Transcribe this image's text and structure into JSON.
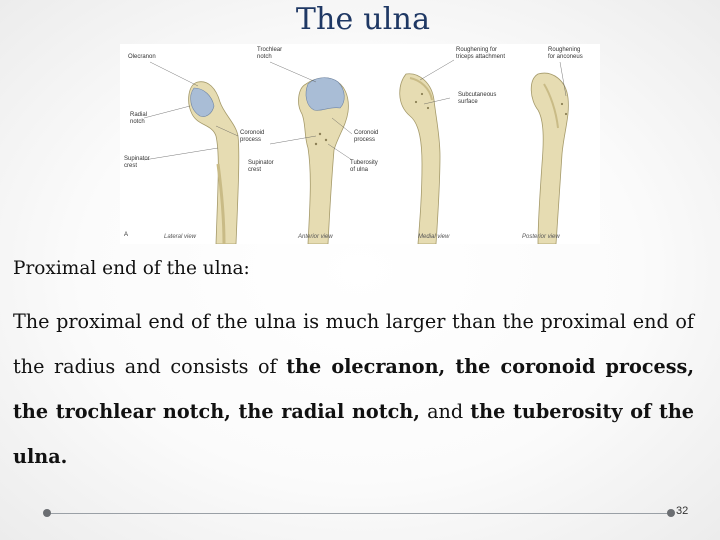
{
  "slide": {
    "title": "The ulna",
    "heading": "Proximal end of the ulna:",
    "body": {
      "p1": "The proximal end of the ulna is much larger than the proximal end of the radius and consists of ",
      "b1": "the olecranon, the coronoid process, the trochlear notch, the radial notch,",
      "p2": " and ",
      "b2": "the tuberosity of the ulna."
    },
    "page_number": "32"
  },
  "figure": {
    "panel_letter": "A",
    "labels": {
      "olecranon": "Olecranon",
      "trochlear_notch": "Trochlear\nnotch",
      "radial_notch": "Radial\nnotch",
      "coronoid_process_left": "Coronoid\nprocess",
      "coronoid_process_right": "Coronoid\nprocess",
      "supinator_crest_left": "Supinator\ncrest",
      "supinator_crest_mid": "Supinator\ncrest",
      "tuberosity_of_ulna": "Tuberosity\nof ulna",
      "roughening_triceps": "Roughening for\ntriceps attachment",
      "roughening_anconeus": "Roughening\nfor anconeus",
      "subcutaneous_surface": "Subcutaneous\nsurface"
    },
    "views": {
      "lateral": "Lateral view",
      "anterior": "Anterior view",
      "medial": "Medial view",
      "posterior": "Posterior view"
    },
    "colors": {
      "bone": "#e6dcb2",
      "bone_shadow": "#c9bb86",
      "cartilage": "#a9bdd6",
      "title": "#1f3864"
    }
  }
}
